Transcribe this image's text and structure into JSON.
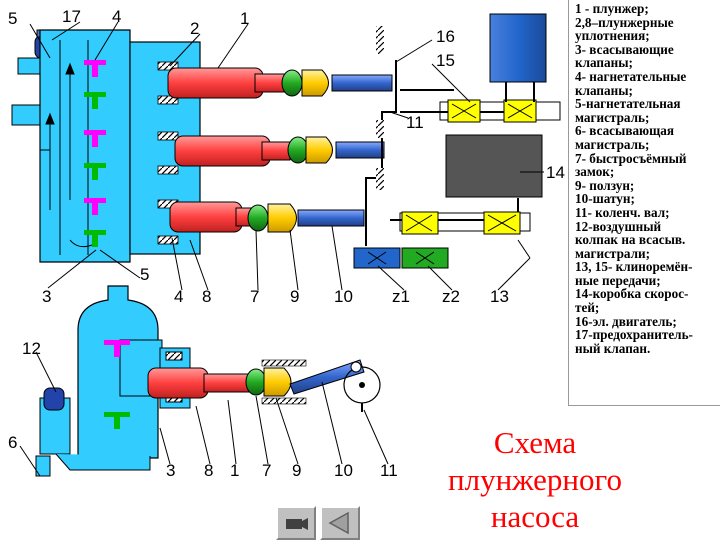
{
  "labels": {
    "top": {
      "n5": "5",
      "n17": "17",
      "n4": "4",
      "n2": "2",
      "n1": "1",
      "n16": "16",
      "n15": "15",
      "n11": "11",
      "n14": "14"
    },
    "mid": {
      "n3": "3",
      "n5": "5",
      "n4": "4",
      "n8": "8",
      "n7": "7",
      "n9": "9",
      "n10": "10",
      "z1": "z1",
      "z2": "z2",
      "n13": "13"
    },
    "bottom": {
      "n12": "12",
      "n6": "6",
      "n3": "3",
      "n8": "8",
      "n1": "1",
      "n7": "7",
      "n9": "9",
      "n10": "10",
      "n11": "11"
    }
  },
  "legend": [
    "1 - плунжер;",
    "2,8–плунжерные",
    "уплотнения;",
    "3- всасывающие",
    "клапаны;",
    "4- нагнетательные",
    "клапаны;",
    "5-нагнетательная",
    "магистраль;",
    "6- всасывающая",
    "магистраль;",
    "7- быстросъёмный",
    "замок;",
    "9- ползун;",
    "10-шатун;",
    "11- коленч. вал;",
    "12-воздушный",
    "колпак на всасыв.",
    "магистрали;",
    "13, 15- клиноремён-",
    "ные передачи;",
    "14-коробка скорос-",
    "тей;",
    "16-эл. двигатель;",
    "17-предохранитель-",
    "ный клапан."
  ],
  "title": [
    "Схема",
    "плунжерного",
    "насоса"
  ],
  "nav": {
    "camera": "camera-icon",
    "back": "triangle-left-icon"
  },
  "colors": {
    "cyan": "#33ccff",
    "plunger": "#ff5050",
    "seal": "#33aa33",
    "slider": "#ffcc00",
    "rod": "#3366cc",
    "motor": "#2266cc",
    "gearbox": "#555555",
    "valve": "#33ccff",
    "belt": "#ffff00",
    "title": "#ff0000"
  }
}
